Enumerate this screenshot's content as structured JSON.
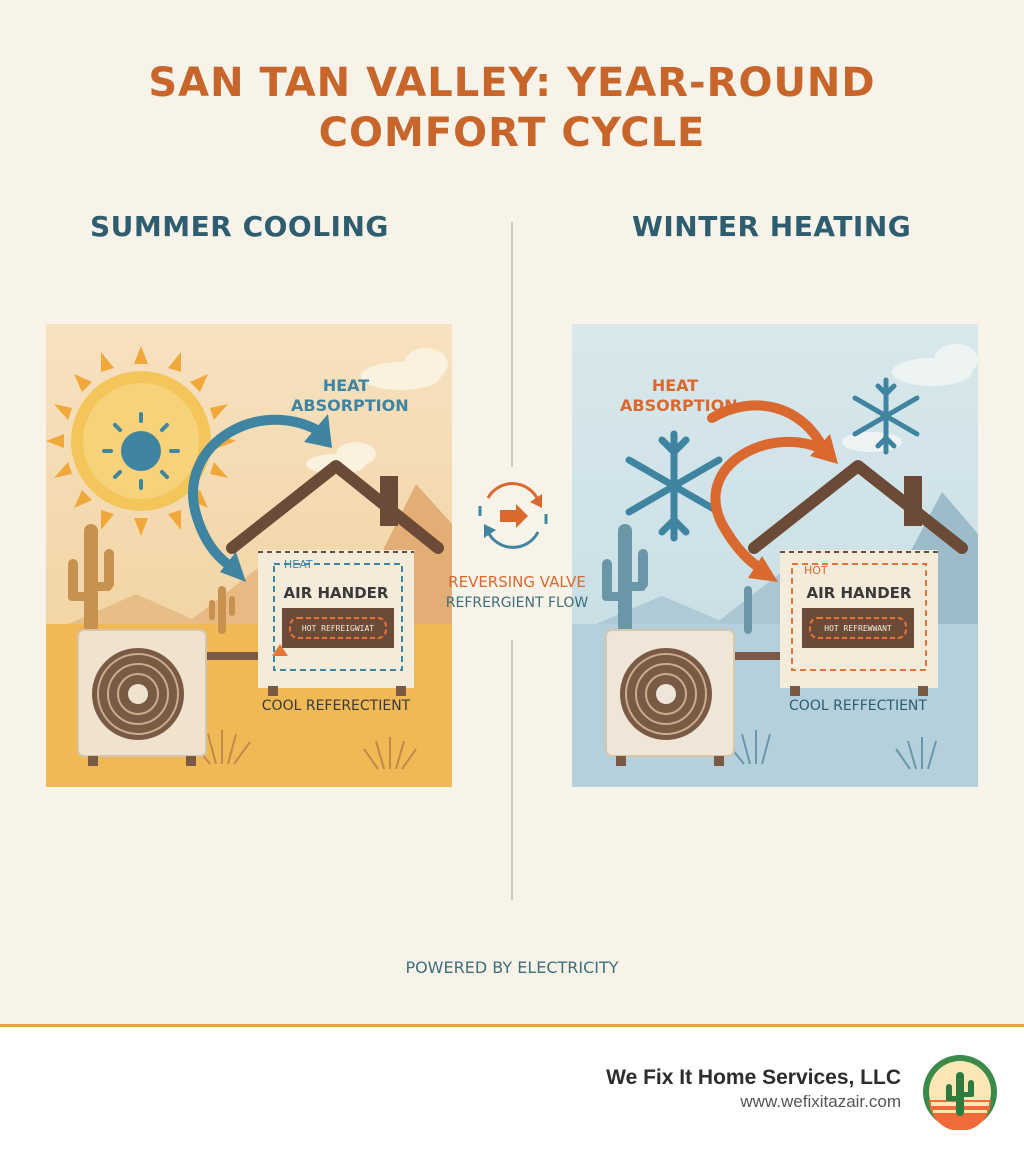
{
  "title_line1": "SAN TAN VALLEY: YEAR-ROUND",
  "title_line2": "COMFORT CYCLE",
  "summer": {
    "heading": "SUMMER COOLING",
    "heat_line1": "HEAT",
    "heat_line2": "ABSORPTION",
    "small_heat": "HEAT",
    "air_handler": "AIR HANDER",
    "coil_text": "HOT REFREIGWIAT",
    "bottom": "COOL REFERECTIENT"
  },
  "winter": {
    "heading": "WINTER HEATING",
    "heat_line1": "HEAT",
    "heat_line2": "ABSORPTION",
    "small_heat": "HOT",
    "air_handler": "AIR HANDER",
    "coil_text": "HOT REFREWWANT",
    "bottom": "COOL REFFECTIENT"
  },
  "center": {
    "valve": "REVERSING VALVE",
    "flow": "REFRERGIENT FLOW"
  },
  "powered": "POWERED BY ELECTRICITY",
  "footer": {
    "company": "We Fix It Home Services, LLC",
    "website": "www.wefixitazair.com"
  },
  "colors": {
    "orange": "#c8652b",
    "teal": "#2f5d70",
    "summer_bg": "#f3c98a",
    "winter_bg": "#b9d6e0"
  }
}
